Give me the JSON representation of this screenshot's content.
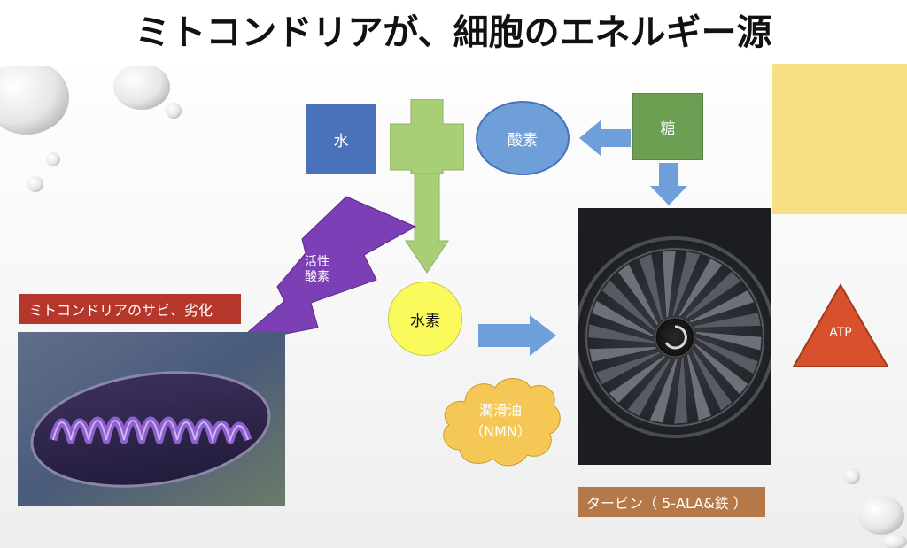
{
  "slide": {
    "title": "ミトコンドリアが、細胞のエネルギー源"
  },
  "nodes": {
    "water": "水",
    "oxygen": "酸素",
    "sugar": "糖",
    "active_oxygen_line1": "活性",
    "active_oxygen_line2": "酸素",
    "hydrogen": "水素",
    "lubricant_line1": "潤滑油",
    "lubricant_line2": "（NMN）",
    "atp": "ATP"
  },
  "labels": {
    "mitochondria_rust": "ミトコンドリアのサビ、劣化",
    "turbine": "タービン（ 5-ALA&鉄 ）"
  },
  "colors": {
    "blue_box": "#4a72b8",
    "green": "#a8cf78",
    "green_dark": "#6c8f42",
    "light_blue": "#6e9fd8",
    "purple": "#7c3fb5",
    "yellow_circle": "#fafa5c",
    "cloud": "#f5c855",
    "atp_red": "#d8502c",
    "label_red": "#b5362a",
    "label_brown": "#b57848",
    "pale_yellow": "#f8df86"
  },
  "icons": [
    "plus-shape",
    "arrow-left",
    "arrow-down",
    "arrow-right",
    "lightning-bolt",
    "cloud-shape",
    "triangle-shape",
    "jet-turbine-image",
    "mitochondria-image",
    "water-drop"
  ]
}
